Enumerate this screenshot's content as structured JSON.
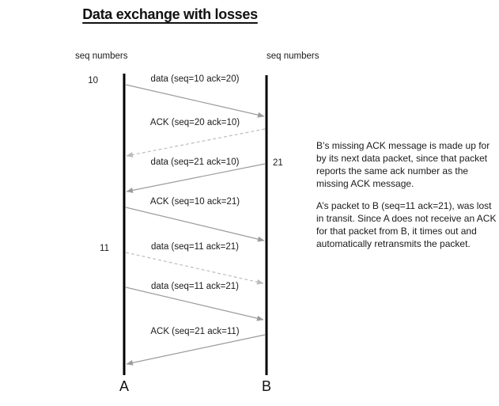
{
  "title": "Data exchange with losses",
  "left_timeline": {
    "header": "seq numbers",
    "endpoint": "A"
  },
  "right_timeline": {
    "header": "seq numbers",
    "endpoint": "B"
  },
  "seq_markers": {
    "left_10": "10",
    "right_21": "21",
    "left_11": "11"
  },
  "messages": [
    {
      "label": "data (seq=10 ack=20)",
      "from": "A",
      "to": "B",
      "line": "solid"
    },
    {
      "label": "ACK (seq=20 ack=10)",
      "from": "B",
      "to": "A",
      "line": "dashed"
    },
    {
      "label": "data (seq=21 ack=10)",
      "from": "B",
      "to": "A",
      "line": "solid"
    },
    {
      "label": "ACK (seq=10 ack=21)",
      "from": "A",
      "to": "B",
      "line": "solid"
    },
    {
      "label": "data (seq=11 ack=21)",
      "from": "A",
      "to": "B",
      "line": "dashed"
    },
    {
      "label": "data (seq=11 ack=21)",
      "from": "A",
      "to": "B",
      "line": "solid"
    },
    {
      "label": "ACK (seq=21 ack=11)",
      "from": "B",
      "to": "A",
      "line": "solid"
    }
  ],
  "annotations": [
    "B’s missing ACK message is made up for by its next data packet, since that packet reports the same ack number as the missing ACK message.",
    "A’s packet to B (seq=11 ack=21), was lost in transit. Since A does not receive an ACK for that packet from B, it times out and automatically retransmits the packet."
  ],
  "colors": {
    "timeline": "#000000",
    "solid_arrow": "#9c9c9c",
    "dashed_arrow": "#bdbdbd",
    "text": "#1a1a1a",
    "background": "#ffffff"
  }
}
